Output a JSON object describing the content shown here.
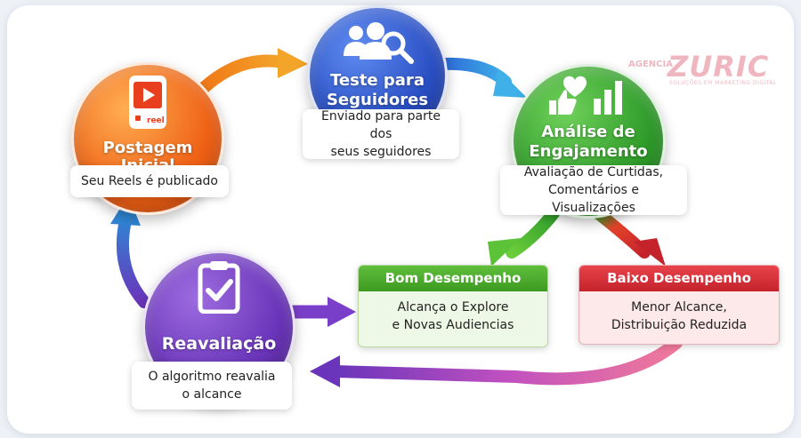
{
  "nodes": {
    "post": {
      "title": "Postagem Inicial",
      "caption": "Seu Reels é publicado",
      "icon_label": "reel"
    },
    "test": {
      "title_1": "Teste para",
      "title_2": "Seguidores",
      "caption_1": "Enviado para parte dos",
      "caption_2": "seus seguidores"
    },
    "analysis": {
      "title_1": "Análise de",
      "title_2": "Engajamento",
      "caption_1": "Avaliação de Curtidas,",
      "caption_2": "Comentários e Visualizações"
    },
    "reeval": {
      "title": "Reavaliação",
      "caption_1": "O algoritmo reavalia",
      "caption_2": "o alcance"
    }
  },
  "results": {
    "good": {
      "title": "Bom Desempenho",
      "line_1": "Alcança o Explore",
      "line_2": "e Novas Audiencias"
    },
    "bad": {
      "title": "Baixo Desempenho",
      "line_1": "Menor Alcance,",
      "line_2": "Distribuição Reduzida"
    }
  },
  "watermark": {
    "prefix": "AGENCIA",
    "brand": "ZURIC",
    "tagline": "SOLUÇÕES EM MARKETING DIGITAL"
  },
  "colors": {
    "orange": "#ef6216",
    "blue": "#2a4fc4",
    "green": "#2f9b2a",
    "purple": "#6a35ba",
    "good": "#4aa82c",
    "bad": "#d42f37"
  },
  "icons": {
    "post": "play-reel-icon",
    "test": "users-search-icon",
    "analysis": "like-heart-chart-icon",
    "reeval": "clipboard-check-icon"
  }
}
